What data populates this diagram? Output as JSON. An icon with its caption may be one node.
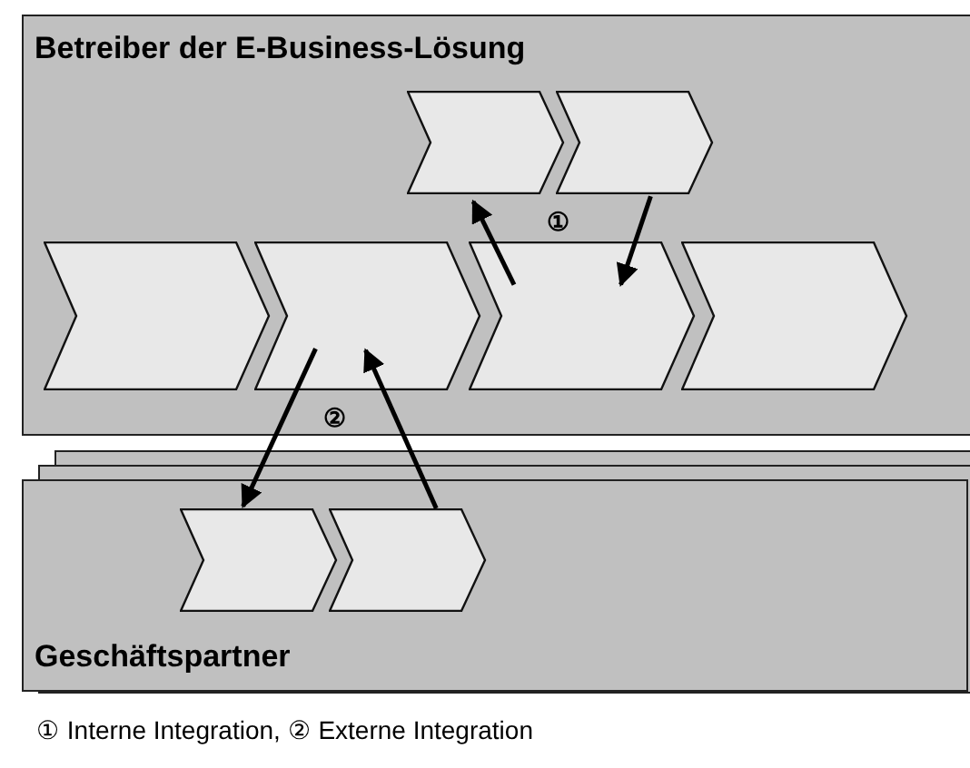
{
  "diagram": {
    "caption": "① Interne Integration, ② Externe Integration",
    "nodes": [
      {
        "text": [
          "Betreiber der E-Business-Lösung"
        ]
      },
      {
        "text": [],
        "shape": "chevron",
        "in": 0
      },
      {
        "text": [],
        "shape": "chevron",
        "in": 0
      },
      {
        "text": [],
        "shape": "chevron",
        "in": 0
      },
      {
        "text": [],
        "shape": "chevron",
        "in": 0
      },
      {
        "text": [],
        "shape": "chevron",
        "in": 0
      },
      {
        "text": [],
        "shape": "chevron",
        "in": 0
      },
      {
        "text": [
          "Geschäftspartner"
        ]
      },
      {
        "text": [],
        "shape": "chevron",
        "in": 7
      },
      {
        "text": [],
        "shape": "chevron",
        "in": 7
      }
    ],
    "edges": [
      {
        "from": 5,
        "to": 1,
        "arrow": "to"
      },
      {
        "from": 2,
        "to": 5,
        "arrow": "to"
      },
      {
        "from": 4,
        "to": 8,
        "arrow": "to"
      },
      {
        "from": 9,
        "to": 4,
        "arrow": "to"
      }
    ],
    "labels": [
      "①",
      "②"
    ]
  }
}
